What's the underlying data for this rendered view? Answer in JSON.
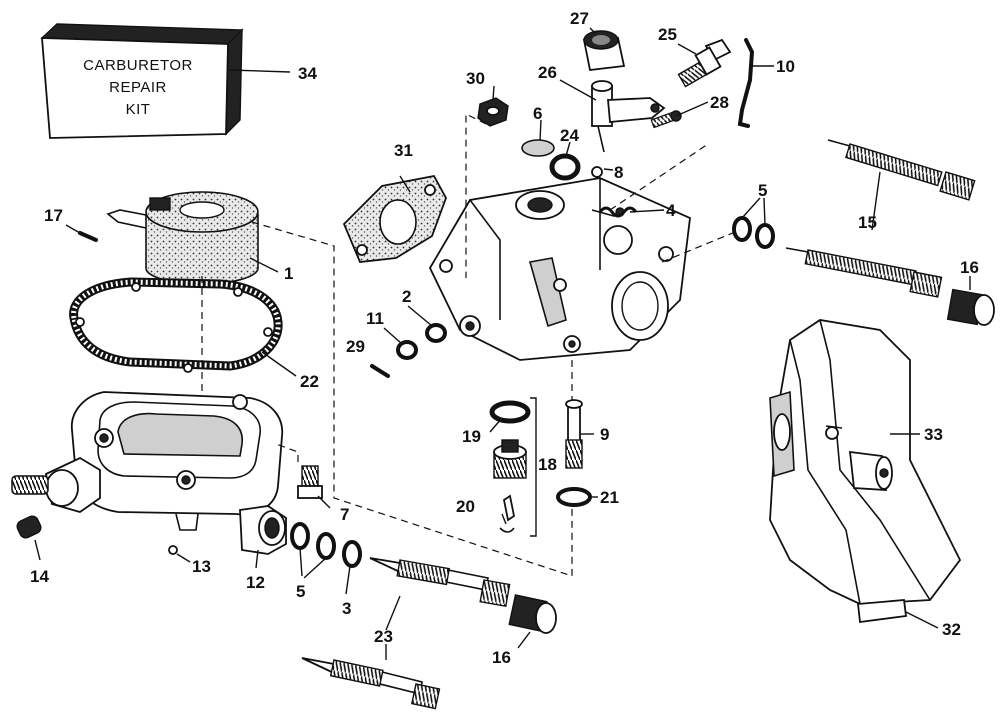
{
  "kit_label": {
    "line1": "CARBURETOR",
    "line2": "REPAIR",
    "line3": "KIT"
  },
  "callouts": {
    "c1": "1",
    "c2": "2",
    "c3": "3",
    "c4": "4",
    "c5a": "5",
    "c5b": "5",
    "c6": "6",
    "c7": "7",
    "c8": "8",
    "c9": "9",
    "c10": "10",
    "c11": "11",
    "c12": "12",
    "c13": "13",
    "c14": "14",
    "c15": "15",
    "c16a": "16",
    "c16b": "16",
    "c17": "17",
    "c18": "18",
    "c19": "19",
    "c20": "20",
    "c21": "21",
    "c22": "22",
    "c23": "23",
    "c24": "24",
    "c25": "25",
    "c26": "26",
    "c27": "27",
    "c28": "28",
    "c29": "29",
    "c30": "30",
    "c31": "31",
    "c32": "32",
    "c33": "33",
    "c34": "34"
  }
}
